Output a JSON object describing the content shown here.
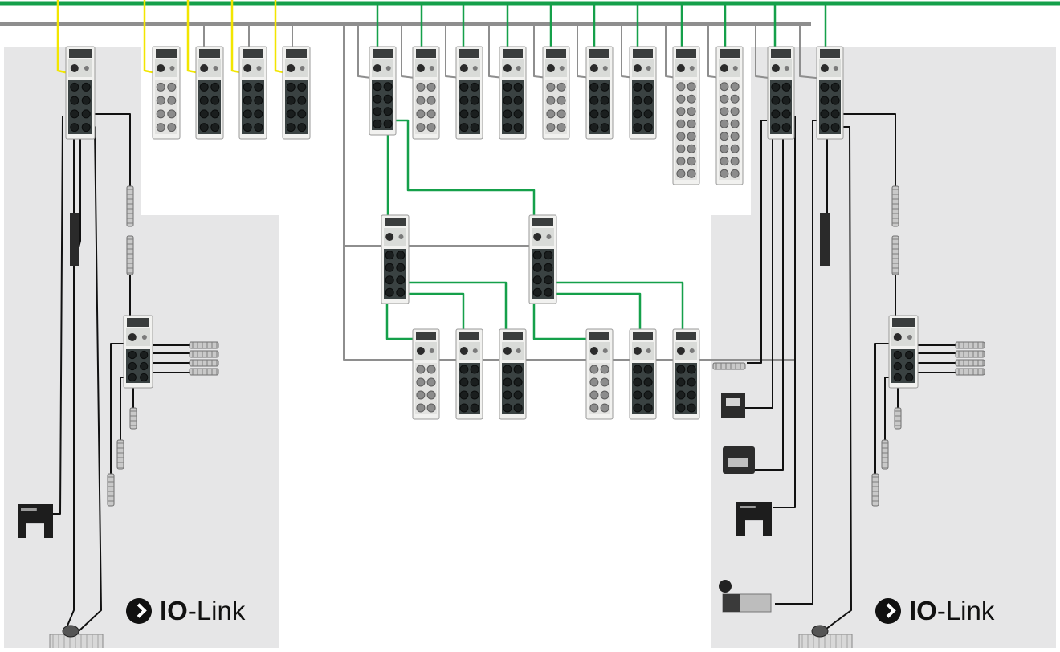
{
  "colors": {
    "green_bus": "#15a04a",
    "gray_bus": "#8e8e8e",
    "yellow_line": "#f2e600",
    "panel_bg": "#e6e6e7",
    "cable": "#111111"
  },
  "icons": {
    "io_link_logo": "io-link-icon",
    "module": "io-module-icon",
    "sensor": "sensor-icon",
    "scanner": "scanner-icon",
    "valve": "valve-icon"
  },
  "branding": {
    "left": {
      "bold": "IO",
      "rest": "-Link"
    },
    "right": {
      "bold": "IO",
      "rest": "-Link"
    }
  }
}
